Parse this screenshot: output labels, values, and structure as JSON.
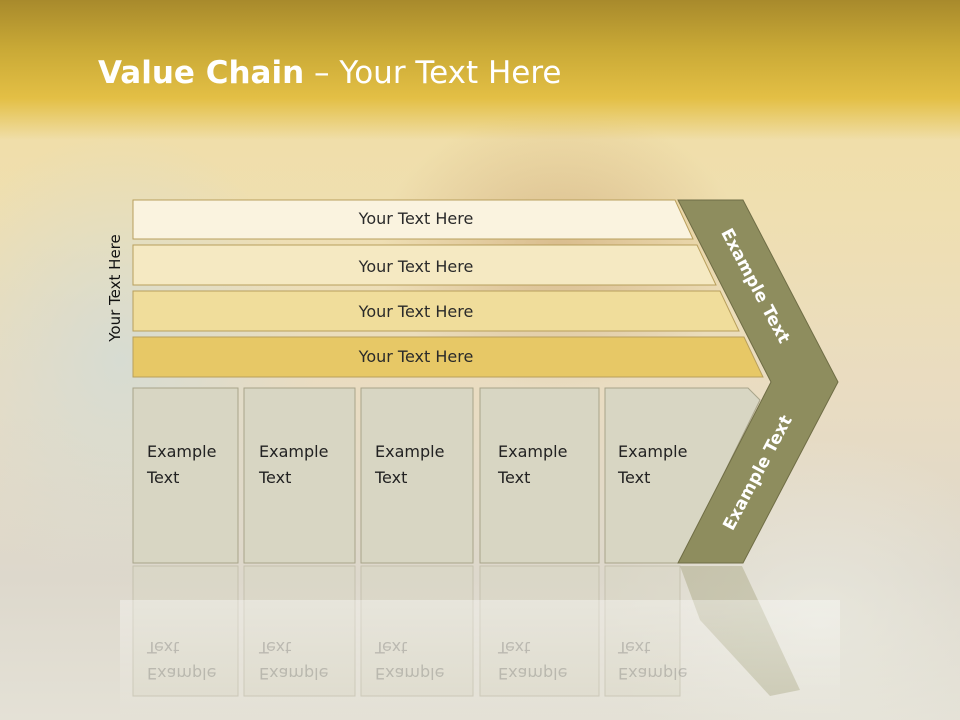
{
  "title": {
    "bold": "Value Chain",
    "separator": " – ",
    "rest": "Your Text Here"
  },
  "side_label": "Your Text Here",
  "bars": [
    {
      "label": "Your Text Here"
    },
    {
      "label": "Your Text Here"
    },
    {
      "label": "Your Text Here"
    },
    {
      "label": "Your Text Here"
    }
  ],
  "cards": [
    {
      "line1": "Example",
      "line2": "Text"
    },
    {
      "line1": "Example",
      "line2": "Text"
    },
    {
      "line1": "Example",
      "line2": "Text"
    },
    {
      "line1": "Example",
      "line2": "Text"
    },
    {
      "line1": "Example",
      "line2": "Text"
    }
  ],
  "chevron": {
    "upper_label": "Example Text",
    "lower_label": "Example Text"
  },
  "colors": {
    "title_band": "#d6b23f",
    "chevron": "#8e8d5e",
    "card": "#d8d6c3",
    "bar_light": "#faf3df",
    "bar_dark": "#e7c866"
  }
}
